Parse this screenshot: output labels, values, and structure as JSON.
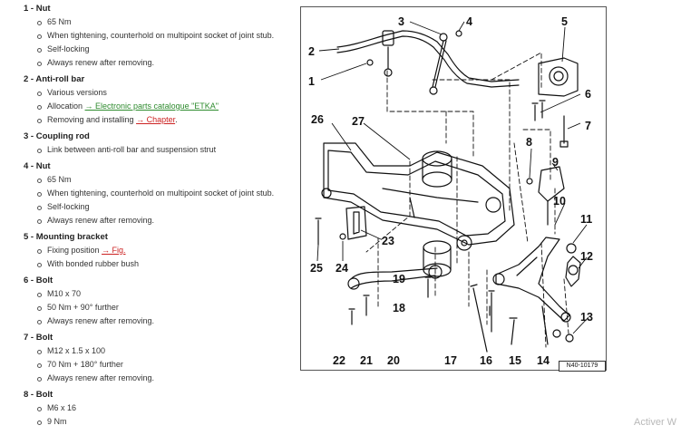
{
  "sections": [
    {
      "title": "1 - Nut",
      "items": [
        {
          "text": "65 Nm"
        },
        {
          "text": "When tightening, counterhold on multipoint socket of joint stub."
        },
        {
          "text": "Self-locking"
        },
        {
          "text": "Always renew after removing."
        }
      ]
    },
    {
      "title": "2 - Anti-roll bar",
      "items": [
        {
          "text": "Various versions"
        },
        {
          "text": "Allocation ",
          "link": "→ Electronic parts catalogue \"ETKA\"",
          "link_color": "green"
        },
        {
          "text": "Removing and installing ",
          "link": "→ Chapter",
          "link_color": "red",
          "suffix": "."
        }
      ]
    },
    {
      "title": "3 - Coupling rod",
      "items": [
        {
          "text": "Link between anti-roll bar and suspension strut"
        }
      ]
    },
    {
      "title": "4 - Nut",
      "items": [
        {
          "text": "65 Nm"
        },
        {
          "text": "When tightening, counterhold on multipoint socket of joint stub."
        },
        {
          "text": "Self-locking"
        },
        {
          "text": "Always renew after removing."
        }
      ]
    },
    {
      "title": "5 - Mounting bracket",
      "items": [
        {
          "text": "Fixing position ",
          "link": "→ Fig.",
          "link_color": "red"
        },
        {
          "text": "With bonded rubber bush"
        }
      ]
    },
    {
      "title": "6 - Bolt",
      "items": [
        {
          "text": "M10 x 70"
        },
        {
          "text": "50 Nm + 90° further"
        },
        {
          "text": "Always renew after removing."
        }
      ]
    },
    {
      "title": "7 - Bolt",
      "items": [
        {
          "text": "M12 x 1.5 x 100"
        },
        {
          "text": "70 Nm + 180° further"
        },
        {
          "text": "Always renew after removing."
        }
      ]
    },
    {
      "title": "8 - Bolt",
      "items": [
        {
          "text": "M6 x 16"
        },
        {
          "text": "9 Nm"
        }
      ]
    }
  ],
  "figure": {
    "code": "N40-10179",
    "callouts": [
      "1",
      "2",
      "3",
      "4",
      "5",
      "6",
      "7",
      "8",
      "9",
      "10",
      "11",
      "12",
      "13",
      "14",
      "15",
      "16",
      "17",
      "18",
      "19",
      "20",
      "21",
      "22",
      "23",
      "24",
      "25",
      "26",
      "27"
    ]
  },
  "watermark": "Activer W",
  "colors": {
    "link_green": "#2e8b2e",
    "link_red": "#cc2222",
    "line": "#111111"
  }
}
